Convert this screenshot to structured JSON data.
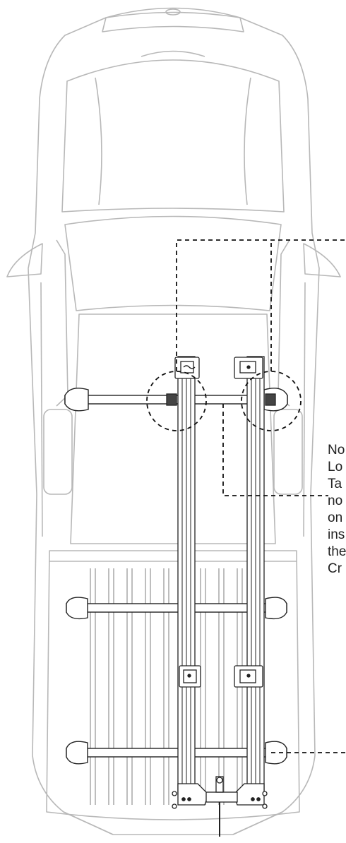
{
  "note": {
    "lines": [
      "No",
      "Lo",
      "Ta",
      "no",
      "on",
      "ins",
      "the",
      "Cr"
    ]
  },
  "colors": {
    "truck_outline": "#b8b8b8",
    "rack_line": "#222222",
    "callout": "#111111"
  }
}
